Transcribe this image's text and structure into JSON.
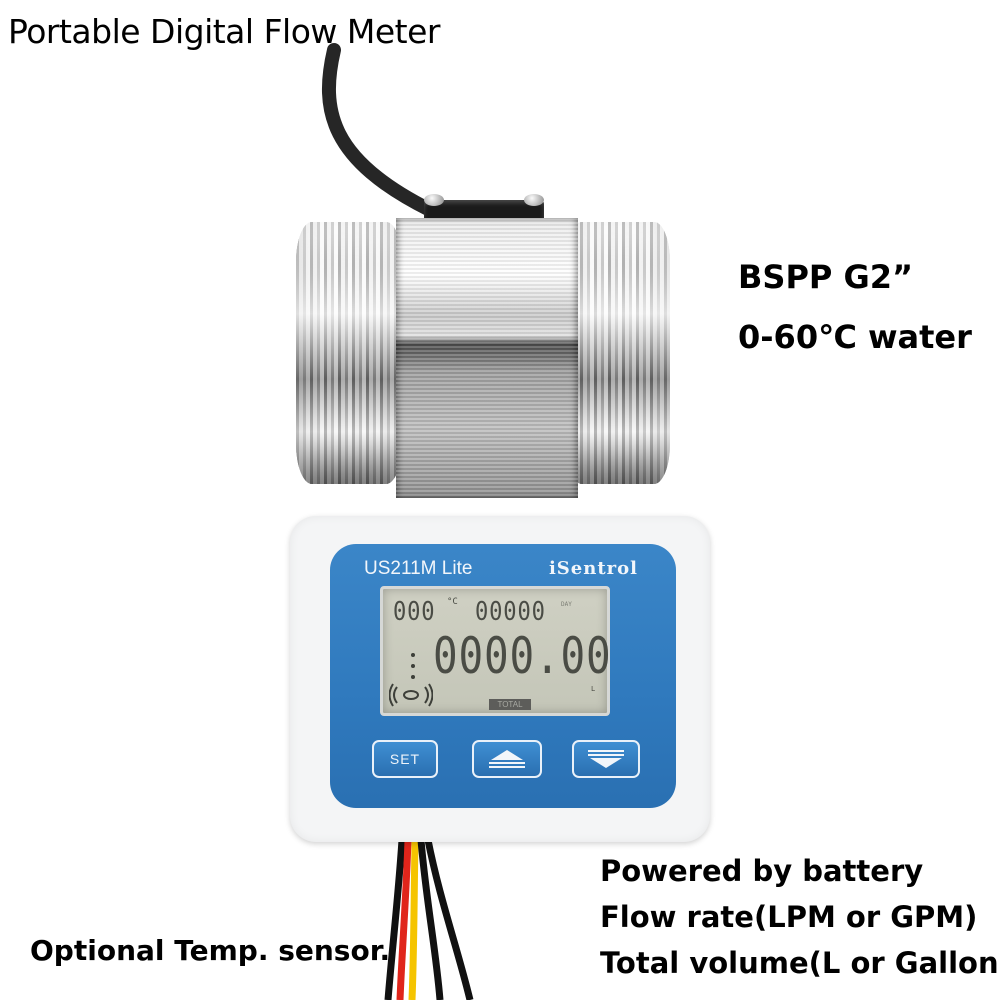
{
  "header": {
    "title": "Portable Digital Flow Meter"
  },
  "specs": {
    "thread": "BSPP G2”",
    "temperature": "0-60℃ water"
  },
  "device": {
    "model": "US211M Lite",
    "brand": "iSentrol",
    "lcd": {
      "temperature": "000",
      "temperature_unit": "°C",
      "days": "00000",
      "days_unit": "DAY",
      "main_value": "0000.00",
      "main_unit": "L",
      "mode_label": "TOTAL"
    },
    "buttons": {
      "set_label": "SET",
      "up_icon": "up-arrow-icon",
      "down_icon": "down-arrow-icon"
    },
    "colors": {
      "panel": "#2f79bd",
      "lcd": "#c8cabc",
      "housing": "#f4f5f6"
    },
    "wires": [
      "#111111",
      "#e0251b",
      "#f5c400",
      "#111111",
      "#111111"
    ]
  },
  "features": [
    "Powered by battery",
    "Flow rate(LPM or GPM)",
    "Total volume(L or Gallon)"
  ],
  "footnote": "Optional Temp. sensor."
}
